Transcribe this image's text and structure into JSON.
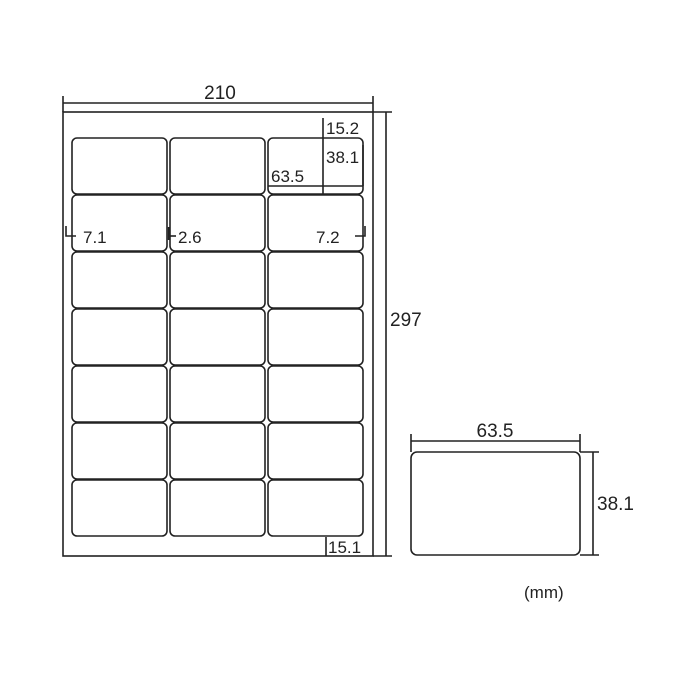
{
  "sheet": {
    "width_label": "210",
    "height_label": "297",
    "rows": 7,
    "columns": 3
  },
  "dimensions": {
    "top_margin": "15.2",
    "label_height": "38.1",
    "label_width": "63.5",
    "left_margin": "7.1",
    "gap": "2.6",
    "right_margin": "7.2",
    "bottom_margin": "15.1"
  },
  "detail_label": {
    "width_label": "63.5",
    "height_label": "38.1"
  },
  "unit": "(mm)",
  "colors": {
    "line": "#222222",
    "background": "#ffffff"
  }
}
